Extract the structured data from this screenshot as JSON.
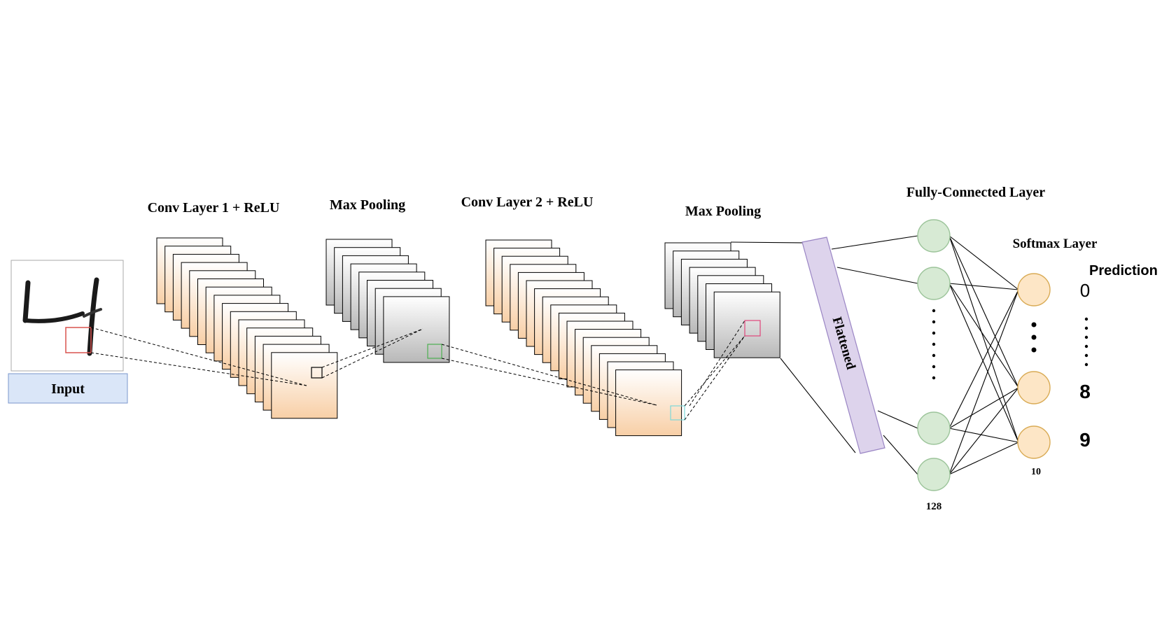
{
  "labels": {
    "input": "Input",
    "conv1": "Conv Layer 1 + ReLU",
    "pool1": "Max Pooling",
    "conv2": "Conv Layer 2 + ReLU",
    "pool2": "Max Pooling",
    "flattened": "Flattened",
    "fc": "Fully-Connected Layer",
    "softmax": "Softmax Layer",
    "prediction": "Prediction",
    "fc_count": "128",
    "softmax_count": "10"
  },
  "predictions": [
    "0",
    "8",
    "9"
  ],
  "colors": {
    "conv_fill_top": "#ffffff",
    "conv_fill_bottom": "#f8cfa6",
    "pool_fill_top": "#ffffff",
    "pool_fill_bottom": "#b8b8b8",
    "flatten_fill": "#ddd3ec",
    "flatten_stroke": "#9a85c4",
    "fc_fill": "#d7ead4",
    "fc_stroke": "#9cc49a",
    "softmax_fill": "#fde6c6",
    "softmax_stroke": "#d9ab55",
    "input_label_fill": "#dae6f8",
    "input_label_stroke": "#7b97cc",
    "red_window": "#d9534f",
    "green_window": "#4caf50",
    "cyan_window": "#7ed8d8",
    "pink_window": "#e0457b"
  },
  "icons": {
    "digit": "handwritten-digit-4"
  }
}
